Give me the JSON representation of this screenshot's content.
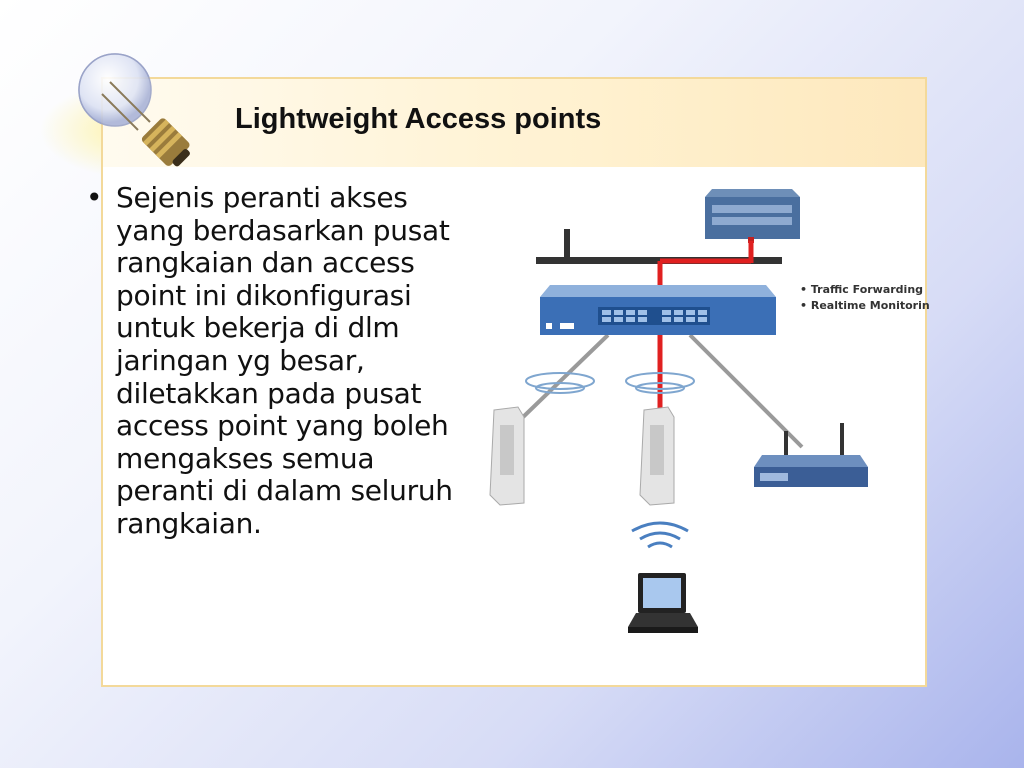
{
  "slide": {
    "title": "Lightweight Access points",
    "bullet_marker": "•",
    "bullet_text": "Sejenis peranti akses yang berdasarkan pusat rangkaian dan access point ini dikonfigurasi untuk bekerja di dlm jaringan yg besar, diletakkan pada pusat access point yang boleh mengakses semua peranti di dalam seluruh rangkaian."
  },
  "diagram": {
    "legend": [
      "• Traffic Forwarding",
      "• Realtime Monitoring"
    ],
    "icons": [
      "server-icon",
      "switch-icon",
      "access-point-icon",
      "router-icon",
      "laptop-icon",
      "wireless-signal-icon"
    ]
  },
  "colors": {
    "title_bar": "#fff1cf",
    "frame_border": "#f3d99a",
    "red_link": "#e02020",
    "device_blue": "#3b6fb6"
  }
}
